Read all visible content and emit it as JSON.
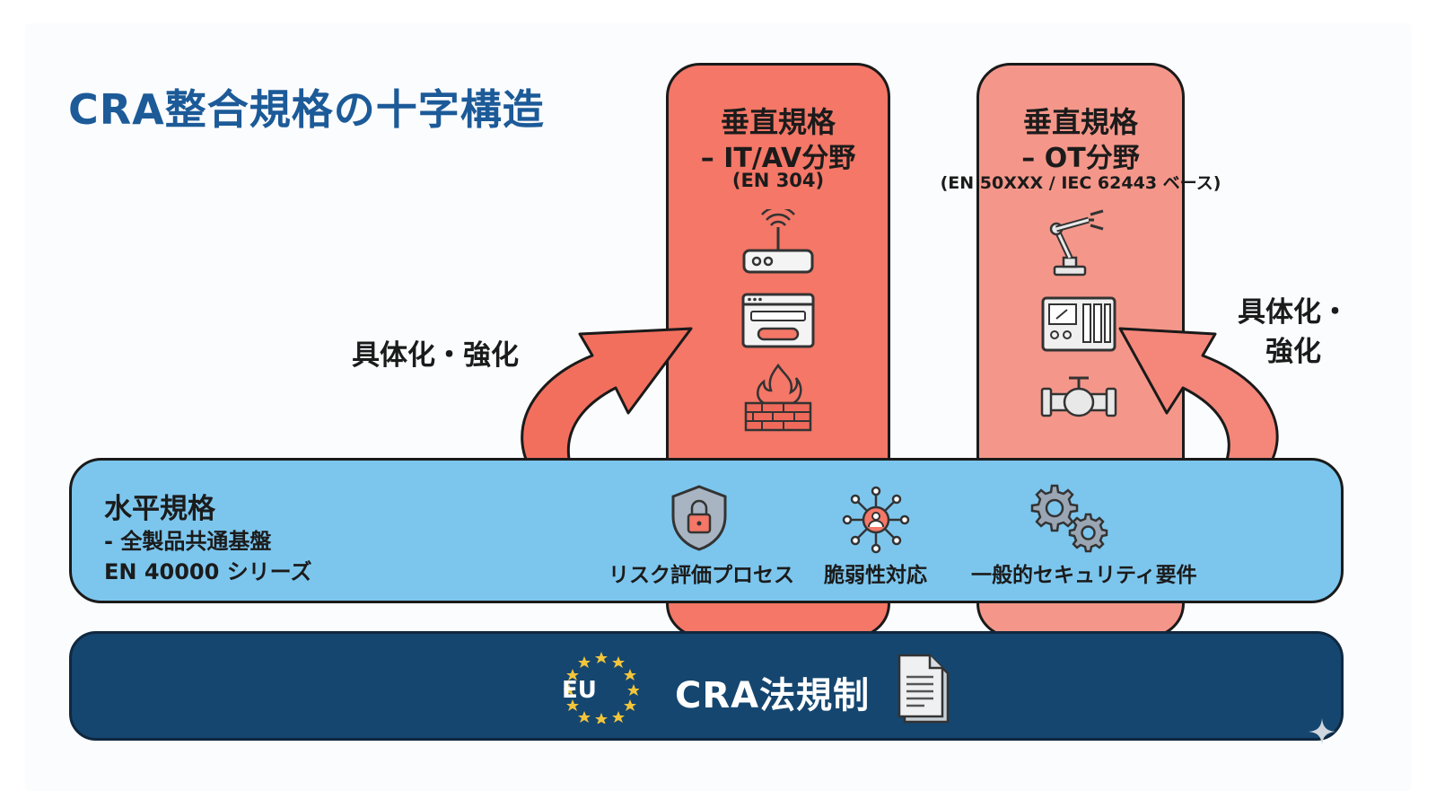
{
  "title": "CRA整合規格の十字構造",
  "vertical_it": {
    "line1": "垂直規格",
    "line2": "– IT/AV分野",
    "line3": "(EN 304)",
    "icons": [
      "router-icon",
      "web-app-icon",
      "firewall-icon"
    ]
  },
  "vertical_ot": {
    "line1": "垂直規格",
    "line2": "– OT分野",
    "line3": "(EN 50XXX / IEC 62443 ベース)",
    "icons": [
      "robot-arm-icon",
      "control-panel-icon",
      "valve-icon"
    ]
  },
  "arrow_left_label": "具体化・強化",
  "arrow_right_label_line1": "具体化・",
  "arrow_right_label_line2": "強化",
  "horizontal": {
    "title": "水平規格",
    "sub1": "- 全製品共通基盤",
    "sub2": "EN 40000 シリーズ",
    "features": [
      {
        "label": "リスク評価プロセス",
        "icon": "shield-lock-icon"
      },
      {
        "label": "脆弱性対応",
        "icon": "network-hub-icon"
      },
      {
        "label": "一般的セキュリティ要件",
        "icon": "gears-icon"
      }
    ]
  },
  "base": {
    "eu_label": "EU",
    "label": "CRA法規制",
    "icon": "document-icon"
  },
  "colors": {
    "title": "#1c5a98",
    "it_pillar": "#f47767",
    "ot_pillar": "#f4978a",
    "horizontal": "#7cc6ee",
    "base": "#15466f",
    "eu_star": "#f3c53a"
  }
}
